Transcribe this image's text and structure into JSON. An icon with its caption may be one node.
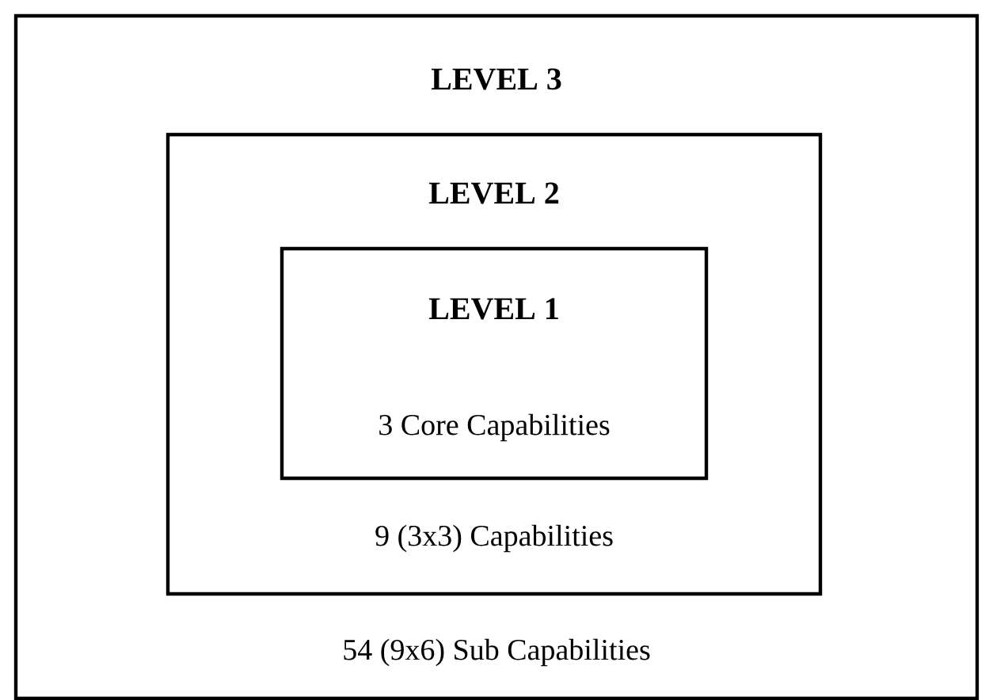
{
  "diagram": {
    "nodes": [
      {
        "text": [
          "LEVEL 3",
          "54 (9x6) Sub Capabilities"
        ]
      },
      {
        "text": [
          "LEVEL 2",
          "9 (3x3) Capabilities"
        ],
        "in": 0
      },
      {
        "text": [
          "LEVEL 1",
          "3 Core Capabilities"
        ],
        "in": 1
      }
    ]
  }
}
